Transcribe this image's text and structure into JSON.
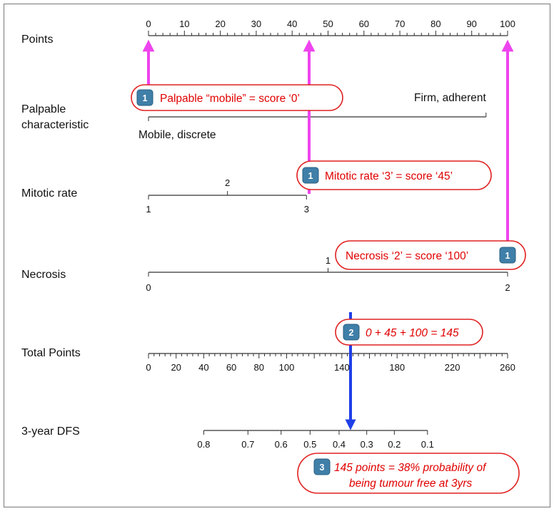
{
  "rows": {
    "points": "Points",
    "palpable_line1": "Palpable",
    "palpable_line2": "characteristic",
    "mitotic": "Mitotic rate",
    "necrosis": "Necrosis",
    "total": "Total Points",
    "dfs": "3-year DFS"
  },
  "axes": {
    "points": {
      "min": 0,
      "max": 100,
      "labels": [
        0,
        10,
        20,
        30,
        40,
        50,
        60,
        70,
        80,
        90,
        100
      ],
      "minor_step": 2
    },
    "palpable": {
      "min_label": "Mobile, discrete",
      "max_label": "Firm, adherent",
      "max_points": 94
    },
    "mitotic": {
      "labels": [
        "1",
        "2",
        "3"
      ],
      "points": [
        0,
        22,
        44
      ]
    },
    "necrosis": {
      "labels": [
        "0",
        "1",
        "2"
      ],
      "points": [
        0,
        50,
        100
      ]
    },
    "total": {
      "min": 0,
      "max": 260,
      "labels": [
        0,
        20,
        40,
        60,
        80,
        100,
        140,
        180,
        220,
        260
      ],
      "minor_step": 4
    },
    "dfs": {
      "labels": [
        "0.8",
        "0.7",
        "0.6",
        "0.5",
        "0.4",
        "0.3",
        "0.2",
        "0.1"
      ],
      "total_points": [
        40,
        72,
        96,
        117,
        138,
        158,
        178,
        202
      ]
    }
  },
  "callouts": [
    {
      "badge": "1",
      "text": "Palpable “mobile” = score ‘0’",
      "italic": false
    },
    {
      "badge": "1",
      "text": "Mitotic rate ‘3’ = score ‘45’",
      "italic": false
    },
    {
      "badge": "1",
      "text": "Necrosis ‘2’ = score ‘100’",
      "italic": false
    },
    {
      "badge": "2",
      "text": "0 + 45 + 100 = 145",
      "italic": true
    },
    {
      "badge": "3",
      "text_line1": "145 points = 38% probability of",
      "text_line2": "being tumour free at 3yrs",
      "italic": true
    }
  ],
  "example": {
    "palpable_score": 0,
    "mitotic_score": 45,
    "necrosis_score": 100,
    "total_points": 145
  },
  "colors": {
    "magenta_arrow": "#ee44ee",
    "blue_arrow": "#1f3fe8",
    "callout_red": "#e00000"
  }
}
